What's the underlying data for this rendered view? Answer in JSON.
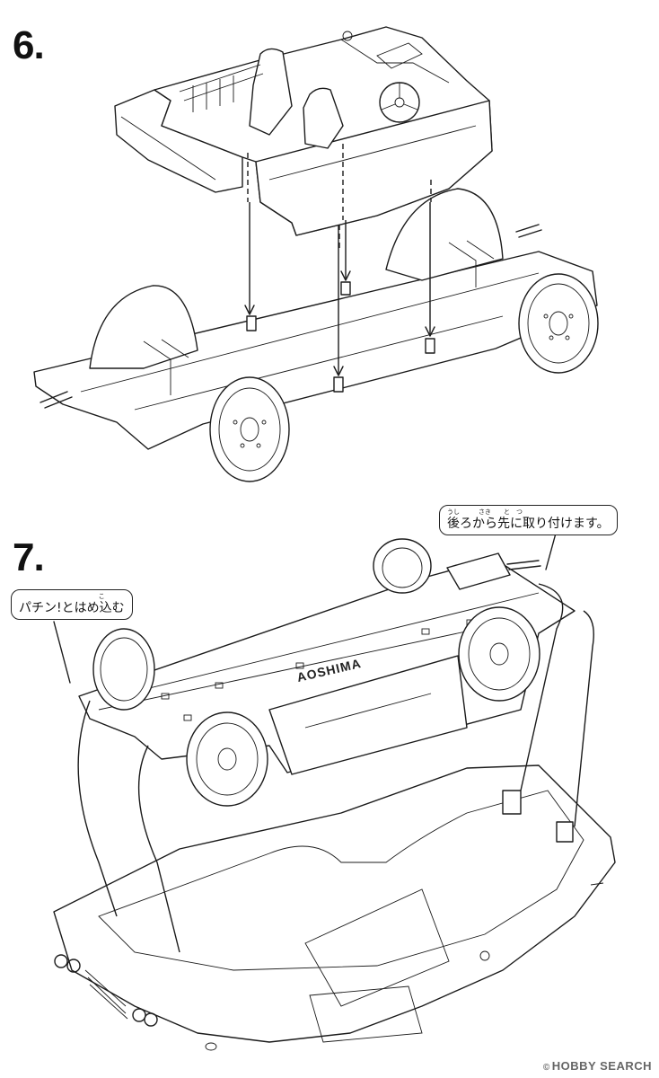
{
  "steps": {
    "step6": {
      "number": "6."
    },
    "step7": {
      "number": "7."
    }
  },
  "callouts": {
    "rear_first": {
      "ruby": "うし　　　さき　　と　つ",
      "text": "後ろから先に取り付けます。"
    },
    "snap_in": {
      "ruby": "こ",
      "text": "パチン!とはめ込む"
    }
  },
  "chassis_logo": "AOSHIMA",
  "watermark": {
    "symbol": "©",
    "text": "HOBBY SEARCH"
  }
}
